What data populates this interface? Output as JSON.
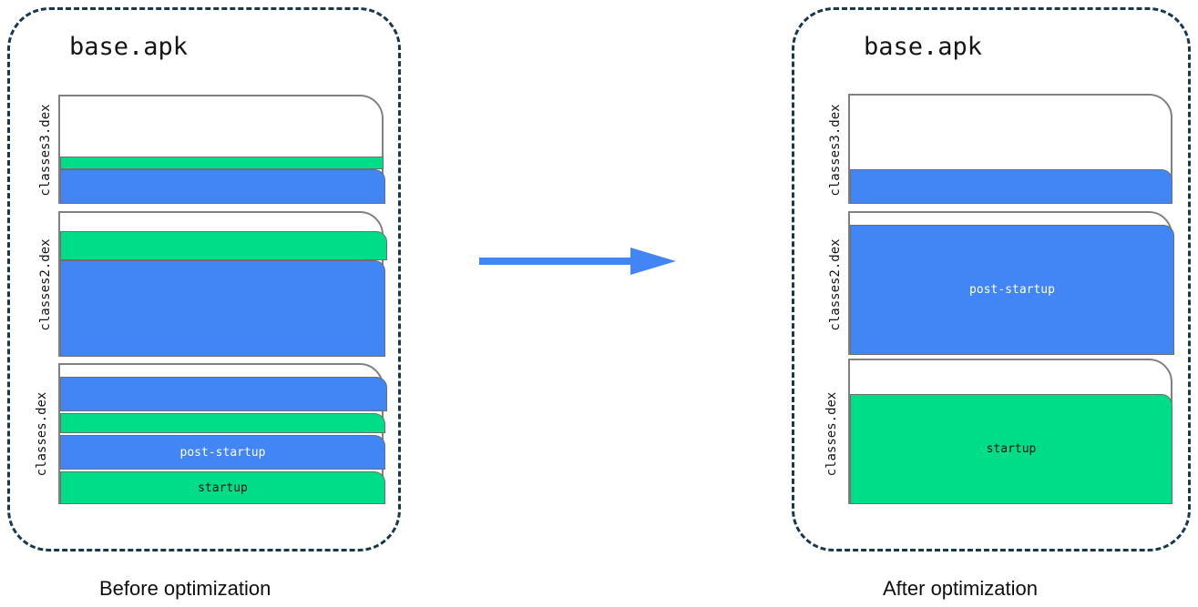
{
  "panels": [
    {
      "id": "before",
      "title": "base.apk",
      "caption": "Before optimization",
      "dex_files": [
        {
          "label": "classes3.dex",
          "bands": [
            {
              "kind": "green",
              "text": ""
            },
            {
              "kind": "blue",
              "text": ""
            }
          ]
        },
        {
          "label": "classes2.dex",
          "bands": [
            {
              "kind": "green",
              "text": ""
            },
            {
              "kind": "blue",
              "text": ""
            }
          ]
        },
        {
          "label": "classes.dex",
          "bands": [
            {
              "kind": "blue",
              "text": ""
            },
            {
              "kind": "green",
              "text": ""
            },
            {
              "kind": "blue",
              "text": "post-startup"
            },
            {
              "kind": "green",
              "text": "startup"
            }
          ]
        }
      ]
    },
    {
      "id": "after",
      "title": "base.apk",
      "caption": "After optimization",
      "dex_files": [
        {
          "label": "classes3.dex",
          "bands": [
            {
              "kind": "blue",
              "text": ""
            }
          ]
        },
        {
          "label": "classes2.dex",
          "bands": [
            {
              "kind": "blue",
              "text": "post-startup"
            }
          ]
        },
        {
          "label": "classes.dex",
          "bands": [
            {
              "kind": "green",
              "text": "startup"
            }
          ]
        }
      ]
    }
  ],
  "arrow": {
    "name": "transformation-arrow",
    "direction": "right"
  },
  "colors": {
    "startup_green": "#00dd88",
    "post_startup_blue": "#4285f4",
    "arrow_blue": "#4285f4",
    "container_dash": "#17384d",
    "block_outline": "#808080"
  }
}
